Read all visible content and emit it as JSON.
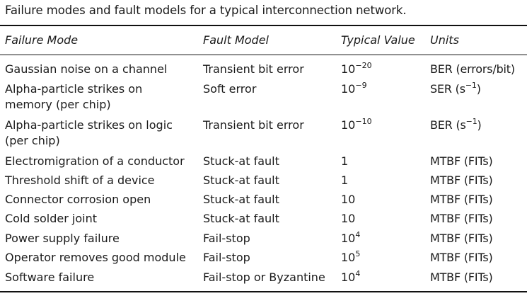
{
  "caption": "Failure modes and fault models for a typical interconnection network.",
  "headers": {
    "failure_mode": "Failure Mode",
    "fault_model": "Fault Model",
    "typical_value": "Typical Value",
    "units": "Units"
  },
  "rows": [
    {
      "mode_line1": "Gaussian noise on a channel",
      "mode_line2": "",
      "model": "Transient bit error",
      "value_base": "10",
      "value_exp": "−20",
      "units_text": "BER (errors/bit)",
      "units_sup": "",
      "units_tail": ""
    },
    {
      "mode_line1": "Alpha-particle strikes on",
      "mode_line2": "memory (per chip)",
      "model": "Soft error",
      "value_base": "10",
      "value_exp": "−9",
      "units_text": "SER (s",
      "units_sup": "−1",
      "units_tail": ")"
    },
    {
      "mode_line1": "Alpha-particle strikes on logic",
      "mode_line2": "(per chip)",
      "model": "Transient bit error",
      "value_base": "10",
      "value_exp": "−10",
      "units_text": "BER (s",
      "units_sup": "−1",
      "units_tail": ")"
    },
    {
      "mode_line1": "Electromigration of a conductor",
      "mode_line2": "",
      "model": "Stuck-at fault",
      "value_base": "1",
      "value_exp": "",
      "units_text": "MTBF (FITs)",
      "units_sup": "",
      "units_tail": ""
    },
    {
      "mode_line1": "Threshold shift of a device",
      "mode_line2": "",
      "model": "Stuck-at fault",
      "value_base": "1",
      "value_exp": "",
      "units_text": "MTBF (FITs)",
      "units_sup": "",
      "units_tail": ""
    },
    {
      "mode_line1": "Connector corrosion open",
      "mode_line2": "",
      "model": "Stuck-at fault",
      "value_base": "10",
      "value_exp": "",
      "units_text": "MTBF (FITs)",
      "units_sup": "",
      "units_tail": ""
    },
    {
      "mode_line1": "Cold solder joint",
      "mode_line2": "",
      "model": "Stuck-at fault",
      "value_base": "10",
      "value_exp": "",
      "units_text": "MTBF (FITs)",
      "units_sup": "",
      "units_tail": ""
    },
    {
      "mode_line1": "Power supply failure",
      "mode_line2": "",
      "model": "Fail-stop",
      "value_base": "10",
      "value_exp": "4",
      "units_text": "MTBF (FITs)",
      "units_sup": "",
      "units_tail": ""
    },
    {
      "mode_line1": "Operator removes good module",
      "mode_line2": "",
      "model": "Fail-stop",
      "value_base": "10",
      "value_exp": "5",
      "units_text": "MTBF (FITs)",
      "units_sup": "",
      "units_tail": ""
    },
    {
      "mode_line1": "Software failure",
      "mode_line2": "",
      "model": "Fail-stop or Byzantine",
      "value_base": "10",
      "value_exp": "4",
      "units_text": "MTBF (FITs)",
      "units_sup": "",
      "units_tail": ""
    }
  ]
}
